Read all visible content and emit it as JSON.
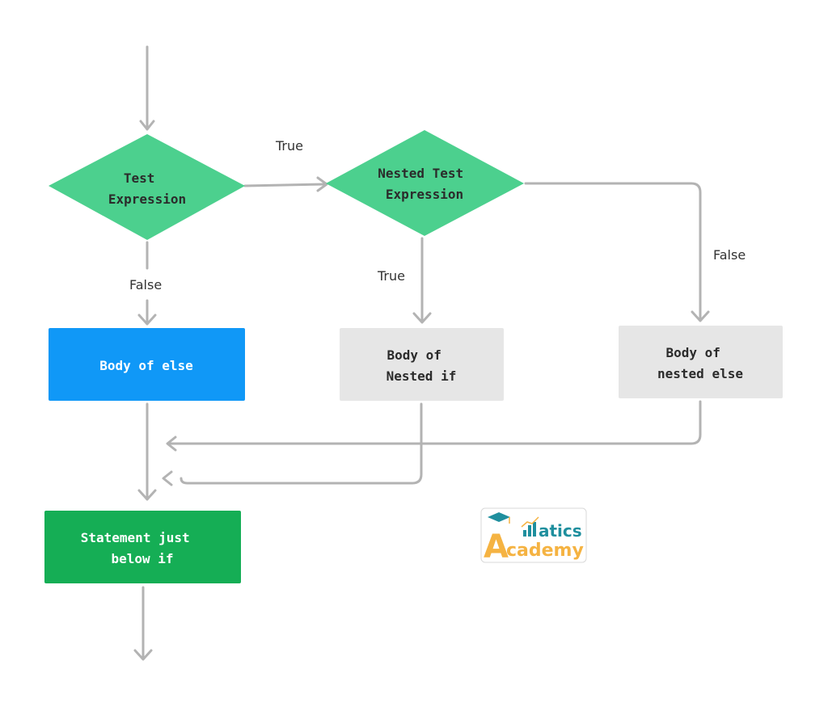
{
  "nodes": {
    "test_expression": {
      "lines": [
        "Test",
        "Expression"
      ],
      "color": "#4cd08e"
    },
    "nested_test_expression": {
      "lines": [
        "Nested Test",
        "Expression"
      ],
      "color": "#4cd08e"
    },
    "body_of_else": {
      "lines": [
        "Body of else"
      ],
      "color": "#1098f7"
    },
    "body_of_nested_if": {
      "lines": [
        "Body of",
        "Nested if"
      ],
      "color": "#e6e6e6"
    },
    "body_of_nested_else": {
      "lines": [
        "Body of",
        "nested else"
      ],
      "color": "#e6e6e6"
    },
    "statement_below_if": {
      "lines": [
        "Statement just",
        "below if"
      ],
      "color": "#15ae55"
    }
  },
  "edge_labels": {
    "true_outer": "True",
    "false_outer": "False",
    "true_nested": "True",
    "false_nested": "False"
  },
  "colors": {
    "edge": "#b3b3b3"
  },
  "logo": {
    "line1": "atics",
    "line2": "cademy",
    "letter": "A",
    "color_teal": "#1f8f9e",
    "color_orange": "#f5b342"
  }
}
